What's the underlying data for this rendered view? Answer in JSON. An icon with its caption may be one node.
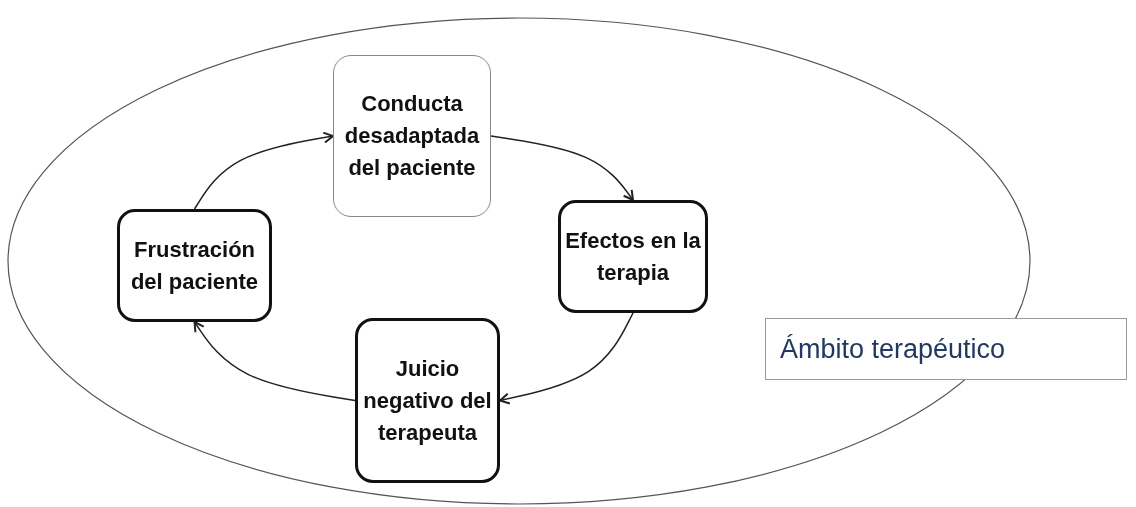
{
  "diagram": {
    "nodes": [
      {
        "text": [
          "Ámbito terapéutico"
        ]
      },
      {
        "text": [
          "Conducta desadaptada del paciente"
        ],
        "in": 0
      },
      {
        "text": [
          "Efectos en la terapia"
        ],
        "in": 0
      },
      {
        "text": [
          "Juicio negativo del terapeuta"
        ],
        "in": 0
      },
      {
        "text": [
          "Frustración del paciente"
        ],
        "in": 0
      }
    ],
    "edges": [
      {
        "from": 4,
        "to": 1,
        "arrow": "to"
      },
      {
        "from": 1,
        "to": 2,
        "arrow": "to"
      },
      {
        "from": 2,
        "to": 3,
        "arrow": "to"
      },
      {
        "from": 3,
        "to": 4,
        "arrow": "to"
      }
    ]
  }
}
